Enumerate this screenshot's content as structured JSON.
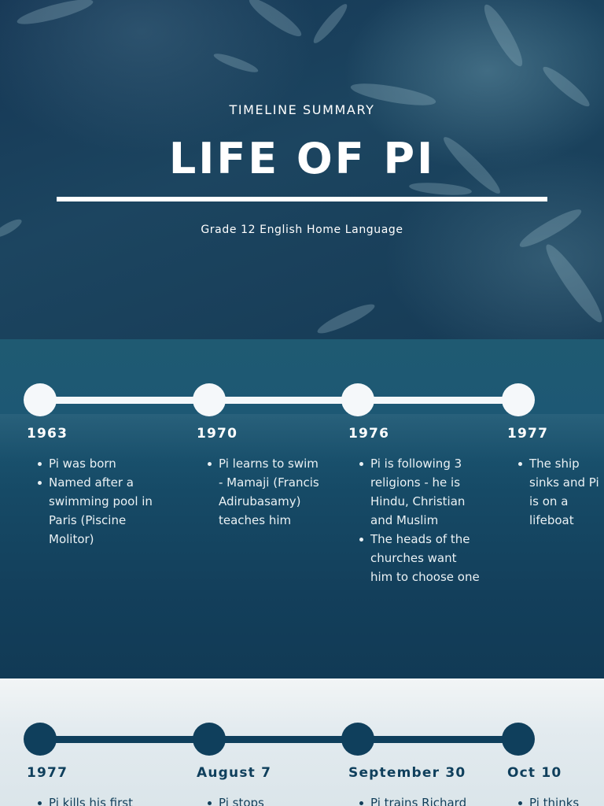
{
  "hero": {
    "subtitle": "TIMELINE SUMMARY",
    "title": "LIFE OF PI",
    "caption": "Grade 12 English Home Language"
  },
  "timeline_1": {
    "events": [
      {
        "year": "1963",
        "items": [
          "Pi was born",
          "Named after a swimming pool in Paris (Piscine Molitor)"
        ]
      },
      {
        "year": "1970",
        "items": [
          "Pi learns to swim - Mamaji (Francis Adirubasamy) teaches him"
        ]
      },
      {
        "year": "1976",
        "items": [
          "Pi is following 3 religions - he is Hindu, Christian and Muslim",
          "The heads of the churches want him to choose one"
        ]
      },
      {
        "year": "1977",
        "items": [
          "The ship sinks and Pi is on a lifeboat"
        ]
      }
    ]
  },
  "timeline_2": {
    "events": [
      {
        "year": "1977",
        "items": [
          "Pi kills his first"
        ]
      },
      {
        "year": "August 7",
        "items": [
          "Pi stops"
        ]
      },
      {
        "year": "September 30",
        "items": [
          "Pi trains Richard"
        ]
      },
      {
        "year": "Oct 10",
        "items": [
          "Pi thinks"
        ]
      }
    ]
  },
  "colors": {
    "hero_bg": "#163a55",
    "section_1_bg": "#164a66",
    "section_2_bg": "#e3ebef",
    "accent_dark": "#0f3f5c",
    "light": "#f5f8fa"
  }
}
